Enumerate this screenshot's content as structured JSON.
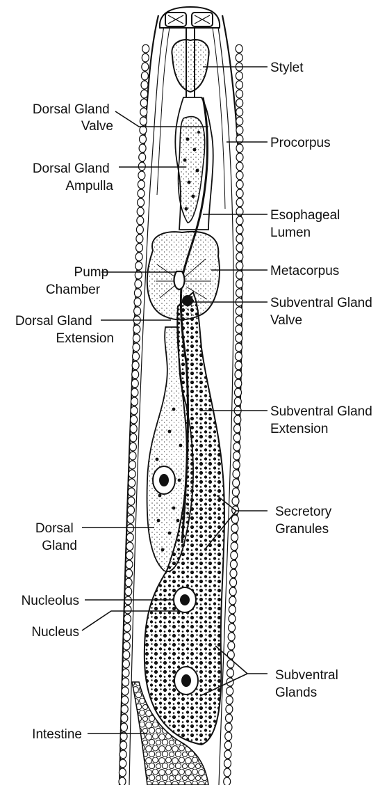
{
  "labels": {
    "stylet": "Stylet",
    "dorsal_gland_valve": [
      "Dorsal Gland",
      "Valve"
    ],
    "procorpus": "Procorpus",
    "dorsal_gland_ampulla": [
      "Dorsal Gland",
      "Ampulla"
    ],
    "esophageal_lumen": [
      "Esophageal",
      "Lumen"
    ],
    "pump_chamber": [
      "Pump",
      "Chamber"
    ],
    "metacorpus": "Metacorpus",
    "subventral_gland_valve": [
      "Subventral Gland",
      "Valve"
    ],
    "dorsal_gland_extension": [
      "Dorsal Gland",
      "Extension"
    ],
    "subventral_gland_extension": [
      "Subventral Gland",
      "Extension"
    ],
    "secretory_granules": [
      "Secretory",
      "Granules"
    ],
    "dorsal_gland": [
      "Dorsal",
      "Gland"
    ],
    "nucleolus": "Nucleolus",
    "nucleus": "Nucleus",
    "subventral_glands": [
      "Subventral",
      "Glands"
    ],
    "intestine": "Intestine"
  }
}
